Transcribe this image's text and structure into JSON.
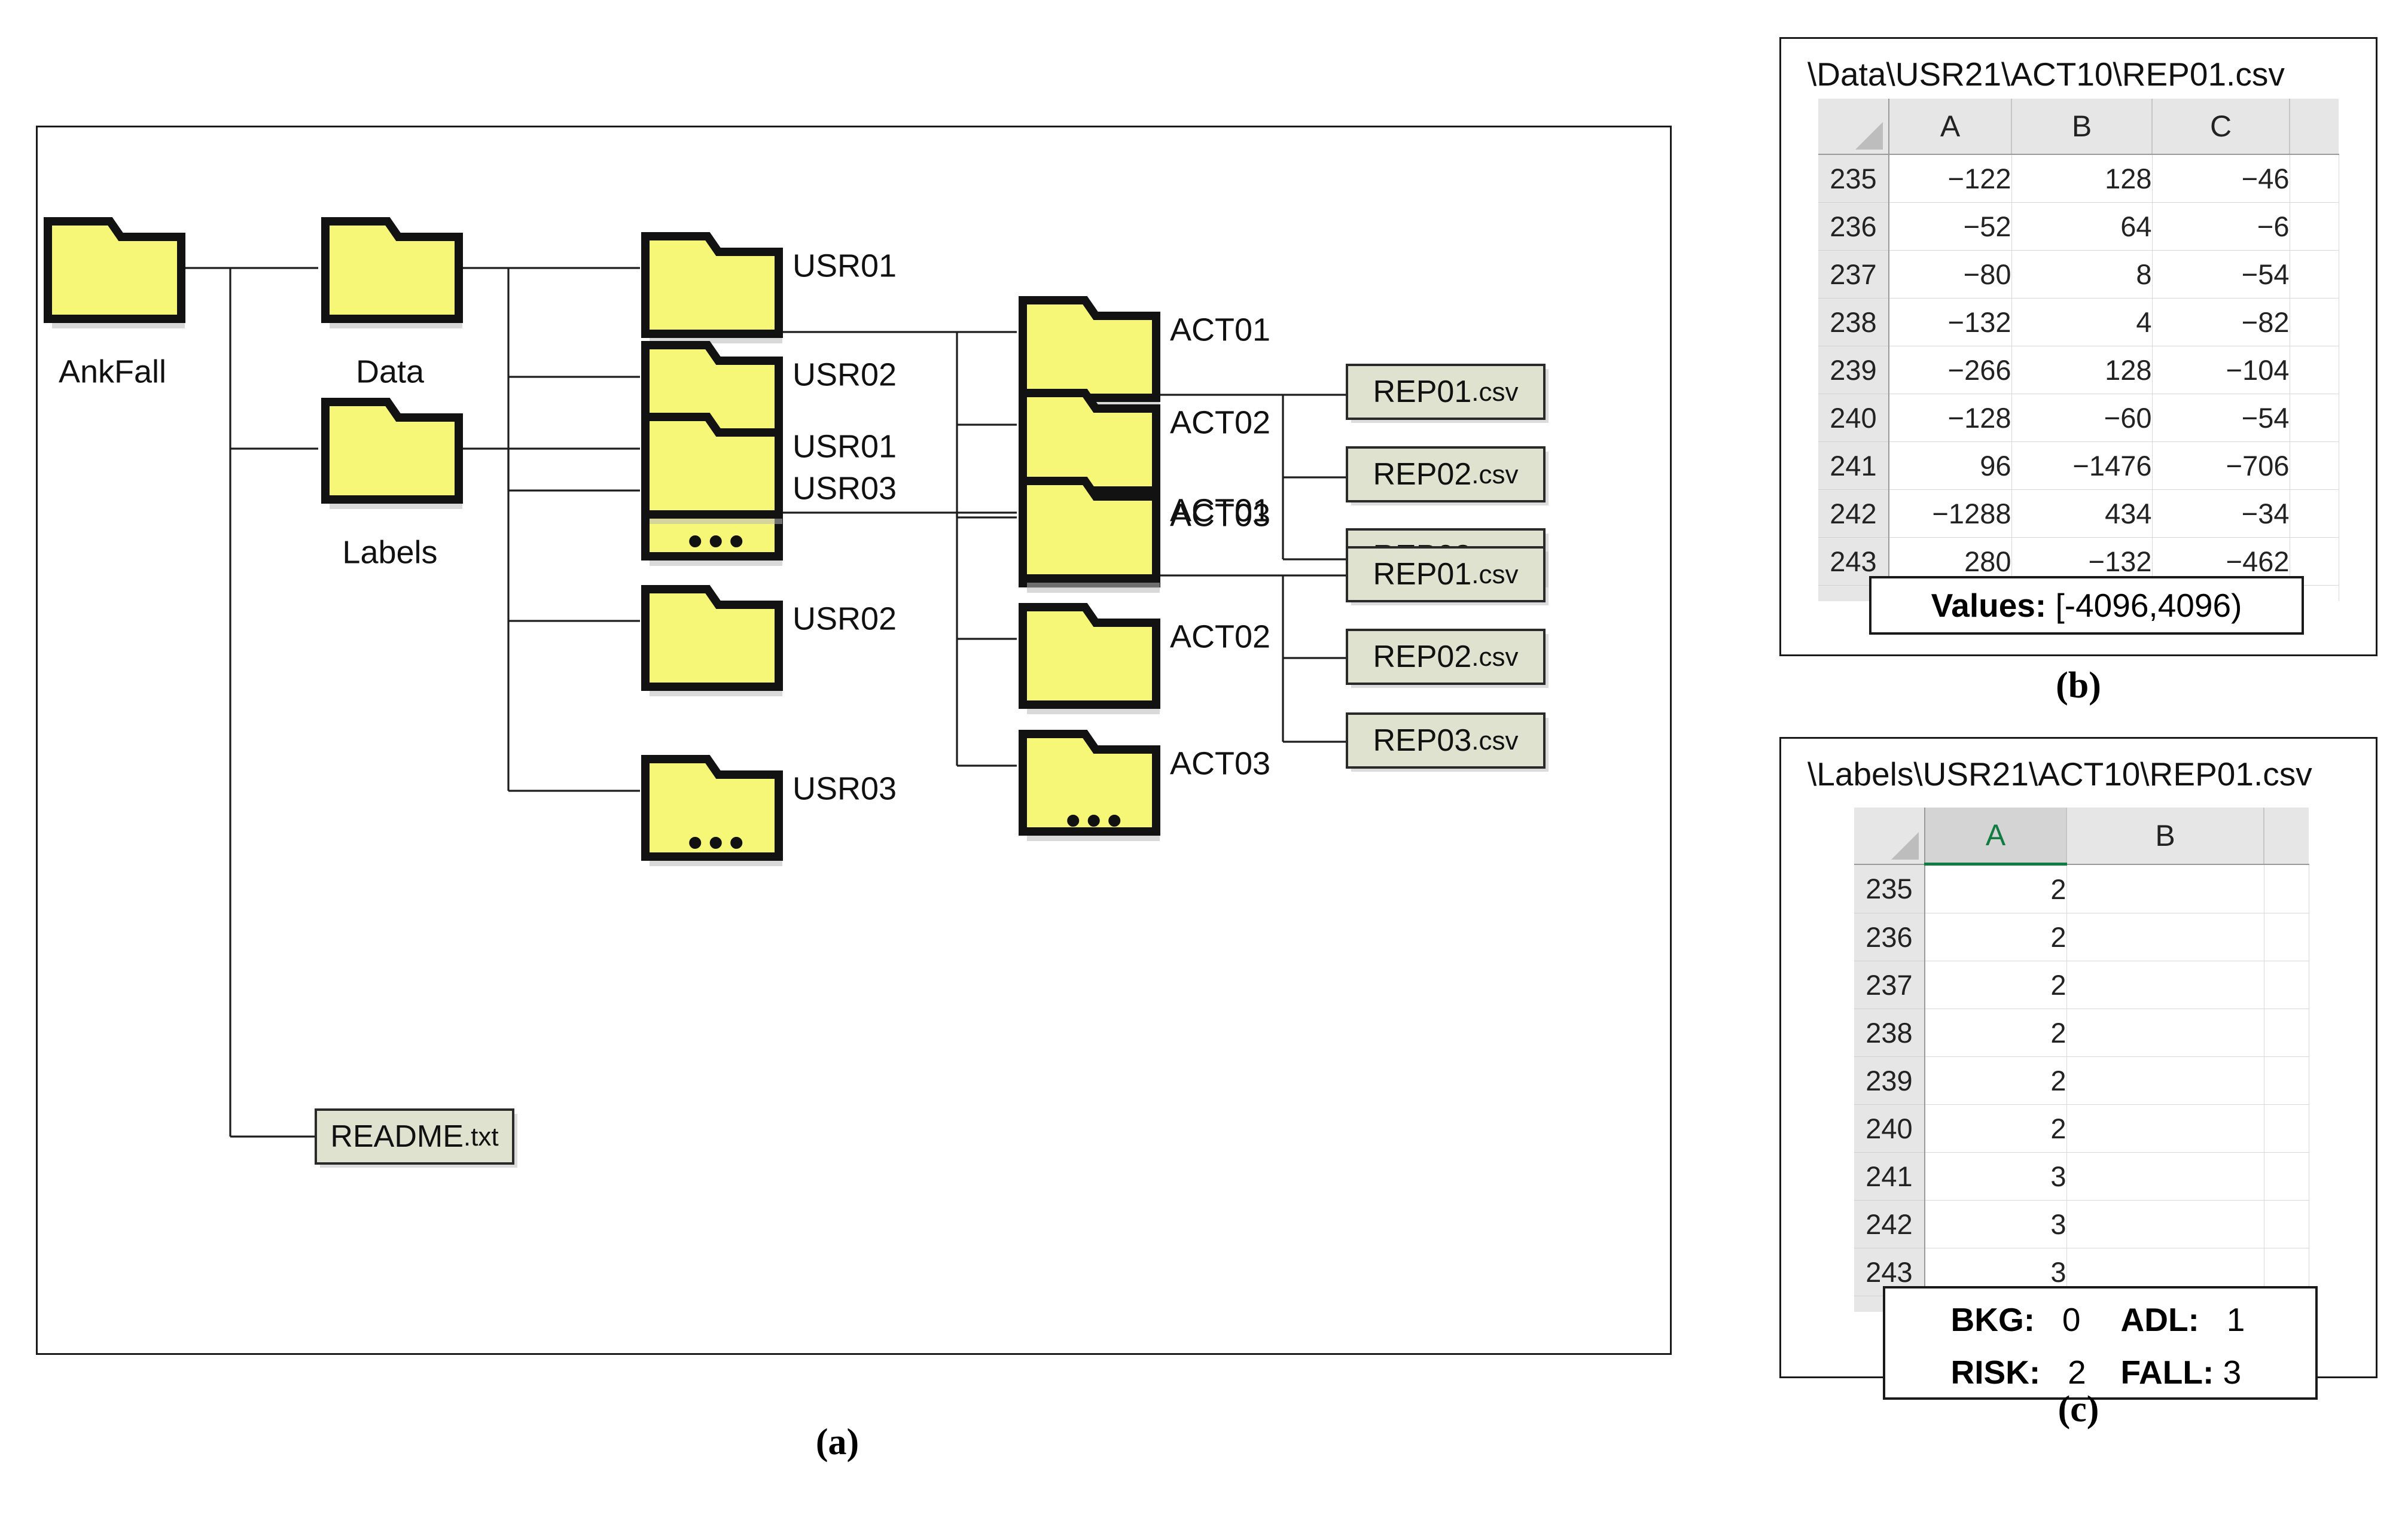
{
  "figure": {
    "captions": {
      "a": "(a)",
      "b": "(b)",
      "c": "(c)"
    }
  },
  "panel_a": {
    "root": "AnkFall",
    "branches": [
      {
        "name": "Data",
        "users": [
          "USR01",
          "USR02",
          "USR03"
        ],
        "user_ellipsis": "•••",
        "activities": [
          "ACT01",
          "ACT02",
          "ACT03"
        ],
        "activity_ellipsis": "•••",
        "files": [
          "REP01.csv",
          "REP02.csv",
          "REP03.csv"
        ]
      },
      {
        "name": "Labels",
        "users": [
          "USR01",
          "USR02",
          "USR03"
        ],
        "user_ellipsis": "•••",
        "activities": [
          "ACT01",
          "ACT02",
          "ACT03"
        ],
        "activity_ellipsis": "•••",
        "files": [
          "REP01.csv",
          "REP02.csv",
          "REP03.csv"
        ]
      }
    ],
    "readme": "README.txt"
  },
  "panel_b": {
    "path": "\\Data\\USR21\\ACT10\\REP01.csv",
    "columns": [
      "A",
      "B",
      "C",
      ""
    ],
    "selected_column": null,
    "rows": [
      {
        "n": "235",
        "cells": [
          "−122",
          "128",
          "−46"
        ]
      },
      {
        "n": "236",
        "cells": [
          "−52",
          "64",
          "−6"
        ]
      },
      {
        "n": "237",
        "cells": [
          "−80",
          "8",
          "−54"
        ]
      },
      {
        "n": "238",
        "cells": [
          "−132",
          "4",
          "−82"
        ]
      },
      {
        "n": "239",
        "cells": [
          "−266",
          "128",
          "−104"
        ]
      },
      {
        "n": "240",
        "cells": [
          "−128",
          "−60",
          "−54"
        ]
      },
      {
        "n": "241",
        "cells": [
          "96",
          "−1476",
          "−706"
        ]
      },
      {
        "n": "242",
        "cells": [
          "−1288",
          "434",
          "−34"
        ]
      },
      {
        "n": "243",
        "cells": [
          "280",
          "−132",
          "−462"
        ]
      }
    ],
    "values_box": {
      "label": "Values:",
      "value": "[-4096,4096)"
    }
  },
  "panel_c": {
    "path": "\\Labels\\USR21\\ACT10\\REP01.csv",
    "columns": [
      "A",
      "B"
    ],
    "selected_column": "A",
    "rows": [
      {
        "n": "235",
        "cells": [
          "2",
          ""
        ]
      },
      {
        "n": "236",
        "cells": [
          "2",
          ""
        ]
      },
      {
        "n": "237",
        "cells": [
          "2",
          ""
        ]
      },
      {
        "n": "238",
        "cells": [
          "2",
          ""
        ]
      },
      {
        "n": "239",
        "cells": [
          "2",
          ""
        ]
      },
      {
        "n": "240",
        "cells": [
          "2",
          ""
        ]
      },
      {
        "n": "241",
        "cells": [
          "3",
          ""
        ]
      },
      {
        "n": "242",
        "cells": [
          "3",
          ""
        ]
      },
      {
        "n": "243",
        "cells": [
          "3",
          ""
        ]
      }
    ],
    "legend": [
      [
        {
          "label": "BKG:",
          "value": "0"
        },
        {
          "label": "ADL:",
          "value": "1"
        }
      ],
      [
        {
          "label": "RISK:",
          "value": "2"
        },
        {
          "label": "FALL:",
          "value": "3"
        }
      ]
    ]
  },
  "colors": {
    "folder_fill": "#f7f777",
    "folder_stroke": "#121212",
    "file_fill": "#dfe2ce",
    "sheet_header": "#e6e6e6",
    "selection_green": "#107c41"
  }
}
